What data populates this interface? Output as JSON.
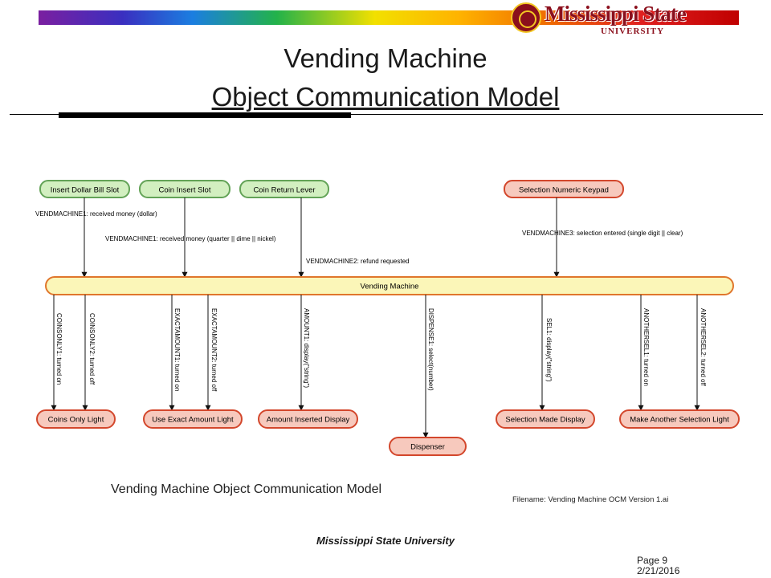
{
  "header": {
    "logo_text": "Mississippi State",
    "logo_sub": "UNIVERSITY"
  },
  "title_line1": "Vending Machine",
  "title_line2": "Object Communication Model",
  "diagram": {
    "sources": [
      {
        "id": "dollar",
        "label": "Insert Dollar Bill Slot"
      },
      {
        "id": "coin",
        "label": "Coin Insert Slot"
      },
      {
        "id": "return",
        "label": "Coin Return Lever"
      },
      {
        "id": "keypad",
        "label": "Selection Numeric Keypad"
      }
    ],
    "incoming_events": [
      {
        "id": "vm1a",
        "label": "VENDMACHINE1: received money (dollar)"
      },
      {
        "id": "vm1b",
        "label": "VENDMACHINE1: received money (quarter || dime || nickel)"
      },
      {
        "id": "vm2",
        "label": "VENDMACHINE2: refund requested"
      },
      {
        "id": "vm3",
        "label": "VENDMACHINE3: selection entered (single digit || clear)"
      }
    ],
    "central_object": "Vending Machine",
    "outgoing_events": [
      {
        "id": "c1",
        "label": "COINSONLY1: turned on"
      },
      {
        "id": "c2",
        "label": "COINSONLY2: turned off"
      },
      {
        "id": "e1",
        "label": "EXACTAMOUNT1: turned on"
      },
      {
        "id": "e2",
        "label": "EXACTAMOUNT2: turned off"
      },
      {
        "id": "a1",
        "label": "AMOUNT1: display(\"string\")"
      },
      {
        "id": "d1",
        "label": "DISPENSE1: select(number)"
      },
      {
        "id": "s1",
        "label": "SEL1: display(\"string\")"
      },
      {
        "id": "n1",
        "label": "ANOTHERSEL1: turned on"
      },
      {
        "id": "n2",
        "label": "ANOTHERSEL2: turned off"
      }
    ],
    "targets": [
      {
        "id": "coinsonly",
        "label": "Coins Only Light"
      },
      {
        "id": "exact",
        "label": "Use Exact Amount Light"
      },
      {
        "id": "amount",
        "label": "Amount Inserted Display"
      },
      {
        "id": "dispenser",
        "label": "Dispenser"
      },
      {
        "id": "selmade",
        "label": "Selection Made Display"
      },
      {
        "id": "another",
        "label": "Make Another Selection Light"
      }
    ],
    "caption": "Vending Machine Object Communication Model",
    "filename": "Filename: Vending Machine OCM Version 1.ai"
  },
  "footer": {
    "institution": "Mississippi State University",
    "page": "Page 9",
    "date": "2/21/2016"
  },
  "colors": {
    "green_fill": "#d2efc0",
    "green_stroke": "#63a357",
    "red_fill": "#f7c9bd",
    "red_stroke": "#d3472c",
    "yellow_fill": "#fbf6b8",
    "yellow_stroke": "#e0762c"
  }
}
